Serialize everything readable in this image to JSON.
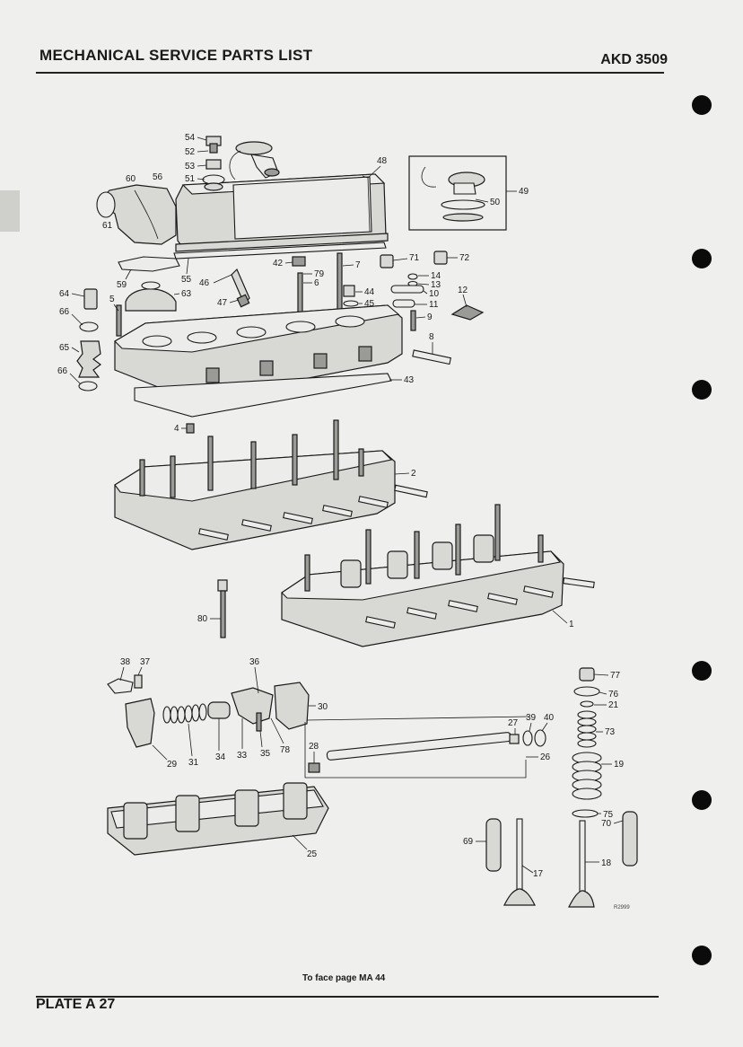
{
  "header": {
    "title": "MECHANICAL SERVICE PARTS LIST",
    "code": "AKD 3509"
  },
  "footer": {
    "note": "To face page MA 44",
    "plate": "PLATE A 27"
  },
  "diagram": {
    "reference": "R2999",
    "callouts": {
      "c1": "1",
      "c2": "2",
      "c4": "4",
      "c5": "5",
      "c6": "6",
      "c7": "7",
      "c8": "8",
      "c9": "9",
      "c10": "10",
      "c11": "11",
      "c12": "12",
      "c13": "13",
      "c14": "14",
      "c17": "17",
      "c18": "18",
      "c19": "19",
      "c21": "21",
      "c25": "25",
      "c26": "26",
      "c27": "27",
      "c28": "28",
      "c29": "29",
      "c30": "30",
      "c31": "31",
      "c33": "33",
      "c34": "34",
      "c35": "35",
      "c36": "36",
      "c37": "37",
      "c38": "38",
      "c39": "39",
      "c40": "40",
      "c42": "42",
      "c43": "43",
      "c44": "44",
      "c45": "45",
      "c46": "46",
      "c47": "47",
      "c48": "48",
      "c49": "49",
      "c50": "50",
      "c51": "51",
      "c52": "52",
      "c53": "53",
      "c54": "54",
      "c55": "55",
      "c56": "56",
      "c59": "59",
      "c60": "60",
      "c61": "61",
      "c63": "63",
      "c64": "64",
      "c65": "65",
      "c66a": "66",
      "c66b": "66",
      "c69": "69",
      "c70": "70",
      "c71": "71",
      "c72": "72",
      "c73": "73",
      "c75": "75",
      "c76": "76",
      "c77": "77",
      "c78": "78",
      "c79": "79",
      "c80": "80"
    }
  }
}
